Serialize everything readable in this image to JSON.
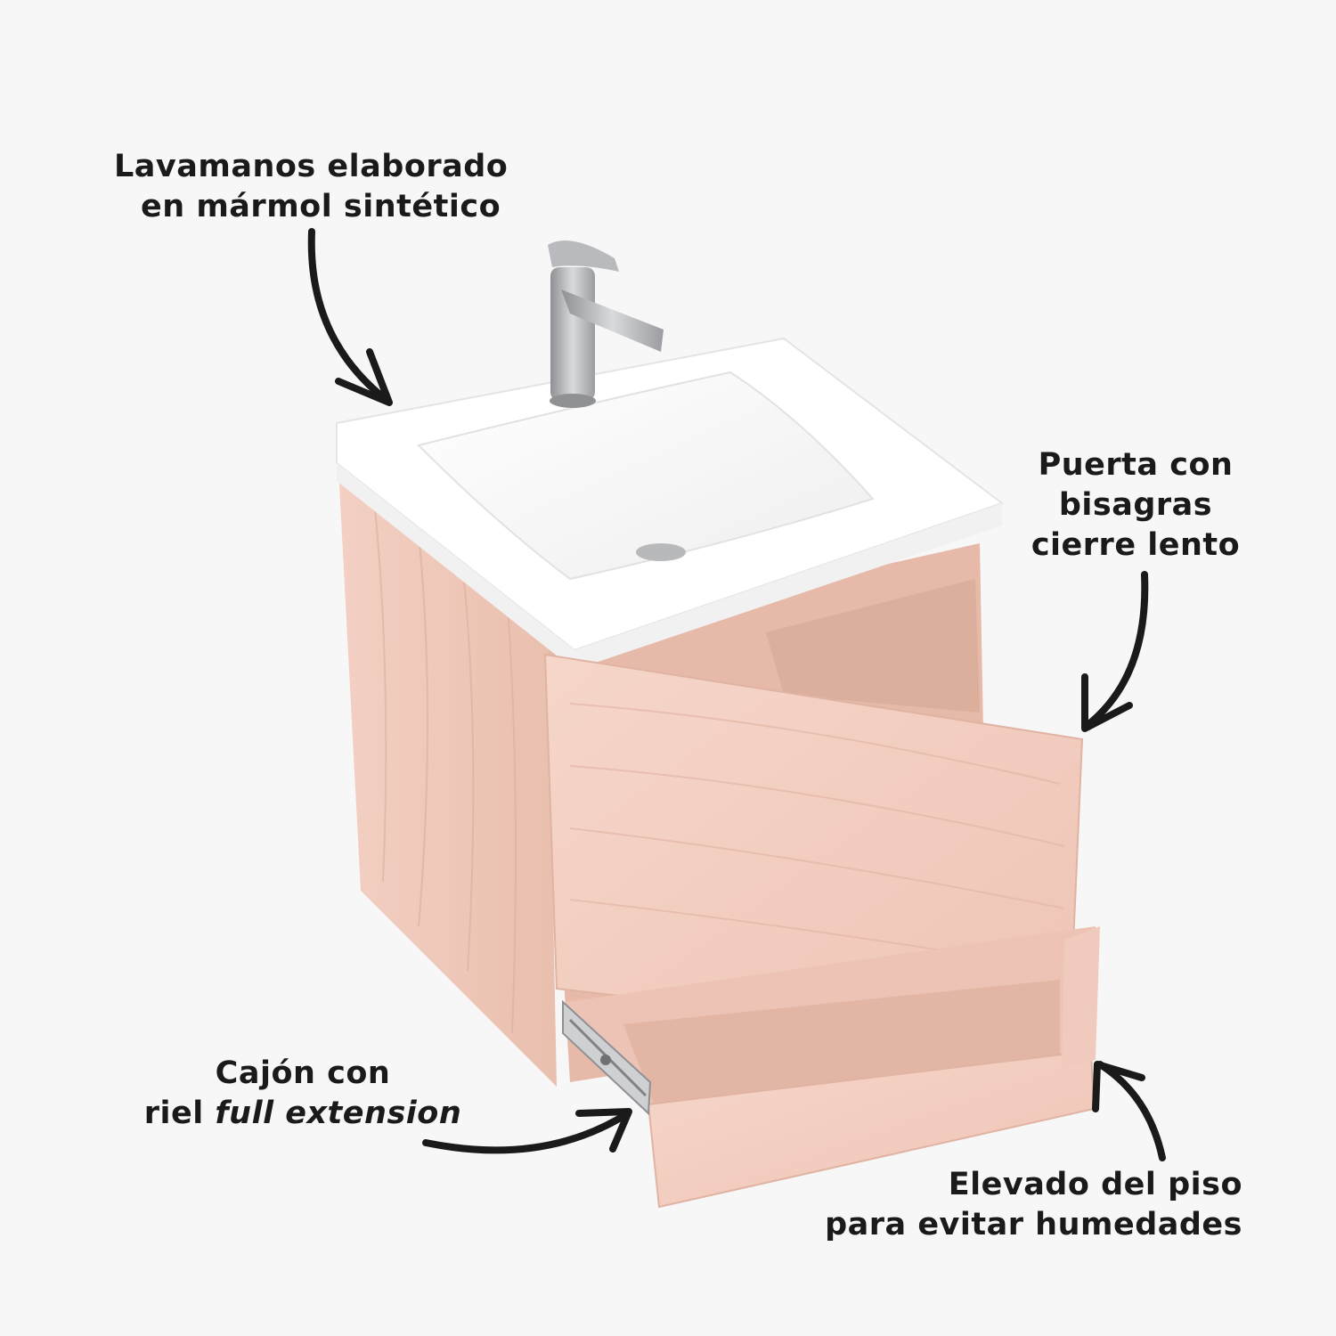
{
  "annotations": {
    "sink": {
      "line1": "Lavamanos elaborado",
      "line2": "en mármol sintético"
    },
    "door": {
      "line1": "Puerta con",
      "line2": "bisagras",
      "line3": "cierre lento"
    },
    "drawer": {
      "line1": "Cajón con",
      "line2_plain": "riel ",
      "line2_italic": "full extension"
    },
    "floor": {
      "line1": "Elevado del piso",
      "line2": "para evitar humedades"
    }
  },
  "colors": {
    "background": "#f7f7f7",
    "wood": "#f0c9bb",
    "wood_dark": "#e3b3a2",
    "marble": "#ffffff",
    "text": "#1a1a1a",
    "faucet": "#a9abad"
  }
}
